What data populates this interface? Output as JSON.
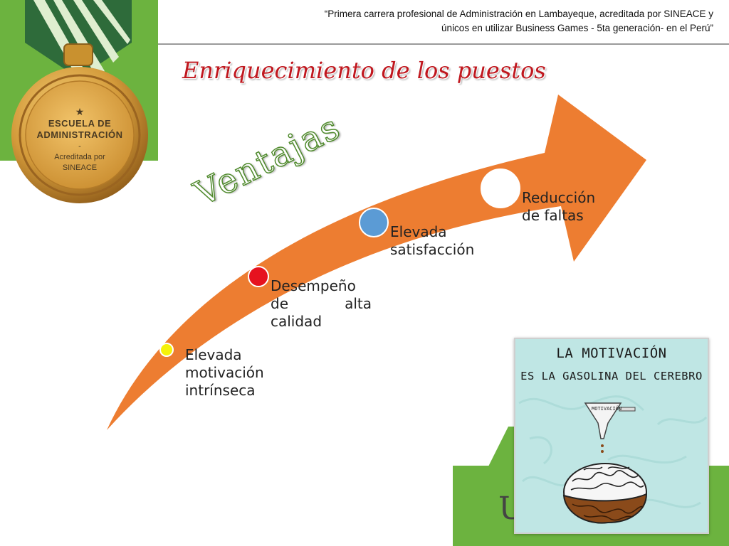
{
  "header": {
    "quote_line1": "“Primera carrera profesional de Administración en Lambayeque, acreditada por SINEACE y",
    "quote_line2": "únicos en utilizar Business Games - 5ta generación- en el Perú”"
  },
  "medal": {
    "line1": "ESCUELA DE",
    "line2": "ADMINISTRACIÓN",
    "line3": "-",
    "line4": "Acreditada por",
    "line5": "SINEACE"
  },
  "slide": {
    "title": "Enriquecimiento de los puestos",
    "arrow_label": "Ventajas"
  },
  "steps": [
    {
      "lines": [
        "Elevada",
        "motivación",
        "intrínseca"
      ],
      "dot_color": "#f5f20a"
    },
    {
      "lines": [
        "Desempeño",
        "de alta",
        "calidad"
      ],
      "dot_color": "#e6121f"
    },
    {
      "lines": [
        "Elevada",
        "satisfacción"
      ],
      "dot_color": "#5b9bd5"
    },
    {
      "lines": [
        "Reducción",
        "de faltas"
      ],
      "dot_color": "#ffffff"
    }
  ],
  "poster": {
    "line1": "LA MOTIVACIÓN",
    "line2": "ES LA GASOLINA DEL CEREBRO",
    "funnel_label": "MOTIVACIÓN"
  },
  "partial_text": "U",
  "colors": {
    "arrow": "#ed7d31",
    "green": "#6cb33f",
    "title": "#c0171e"
  }
}
